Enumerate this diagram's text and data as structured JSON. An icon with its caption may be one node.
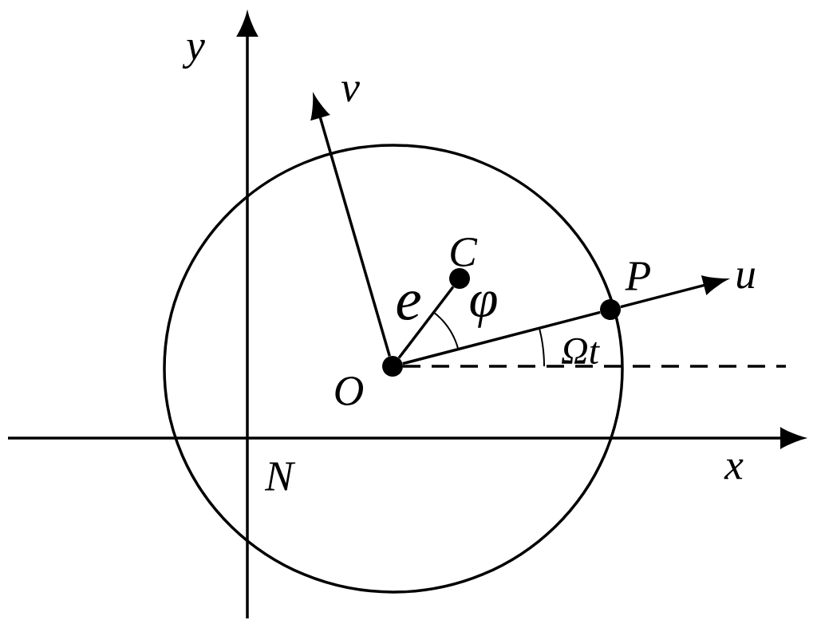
{
  "diagram": {
    "nodes": [
      {
        "text": [],
        "shape": "circle",
        "beside": [
          "O"
        ]
      },
      {
        "text": [],
        "shape": "circle",
        "beside": [
          "C"
        ]
      },
      {
        "text": [],
        "shape": "circle",
        "beside": [
          "P"
        ]
      },
      {
        "text": [
          "v"
        ]
      },
      {
        "text": [
          "u"
        ]
      }
    ],
    "edges": [
      {
        "from": 0,
        "to": 1,
        "arrow": "none",
        "label": "e"
      },
      {
        "from": 0,
        "to": 3,
        "arrow": "to"
      },
      {
        "from": 0,
        "to": 2,
        "arrow": "none"
      },
      {
        "from": 2,
        "to": 4,
        "arrow": "to"
      }
    ],
    "labels": [
      "y",
      "φ",
      "Ωt",
      "x",
      "N"
    ]
  }
}
